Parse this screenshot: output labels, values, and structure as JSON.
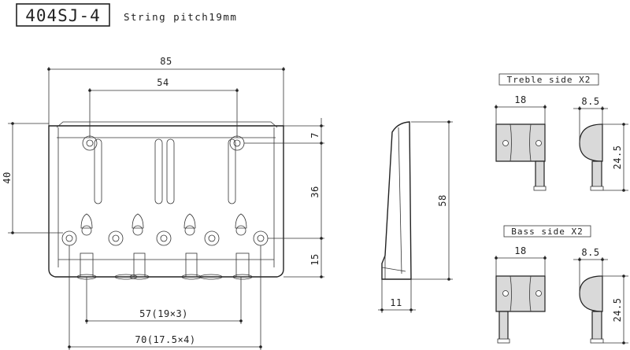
{
  "header": {
    "model": "404SJ-4",
    "pitch": "String pitch19mm"
  },
  "front_view": {
    "width_total": "85",
    "width_slots": "54",
    "height_total": "40",
    "height_right": "36",
    "top_offset": "7",
    "bottom_offset": "15",
    "saddle_span": "57(19×3)",
    "mount_span": "70(17.5×4)"
  },
  "side_view": {
    "height": "58",
    "width": "11"
  },
  "treble_saddle": {
    "label": "Treble side X2",
    "width": "18",
    "depth": "8.5",
    "height": "24.5"
  },
  "bass_saddle": {
    "label": "Bass side X2",
    "width": "18",
    "depth": "8.5",
    "height": "24.5"
  },
  "colors": {
    "line": "#222222",
    "shade": "#d9d9d9"
  }
}
